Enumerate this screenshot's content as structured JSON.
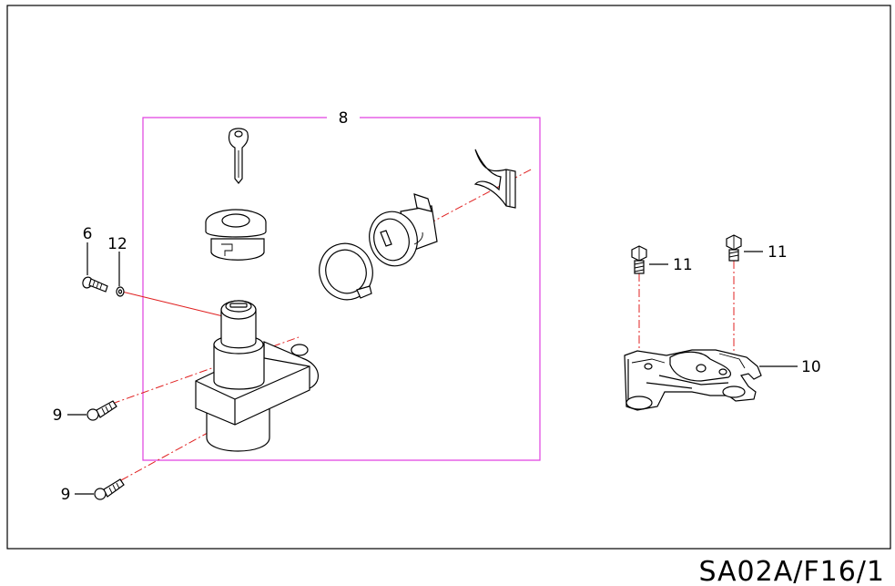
{
  "drawing_code": "SA02A/F16/1",
  "callouts": {
    "c8": "8",
    "c6": "6",
    "c12": "12",
    "c9a": "9",
    "c9b": "9",
    "c11a": "11",
    "c11b": "11",
    "c10": "10"
  },
  "colors": {
    "group_box": "#e040e0",
    "centerline": "#e02020",
    "line": "#000000"
  }
}
